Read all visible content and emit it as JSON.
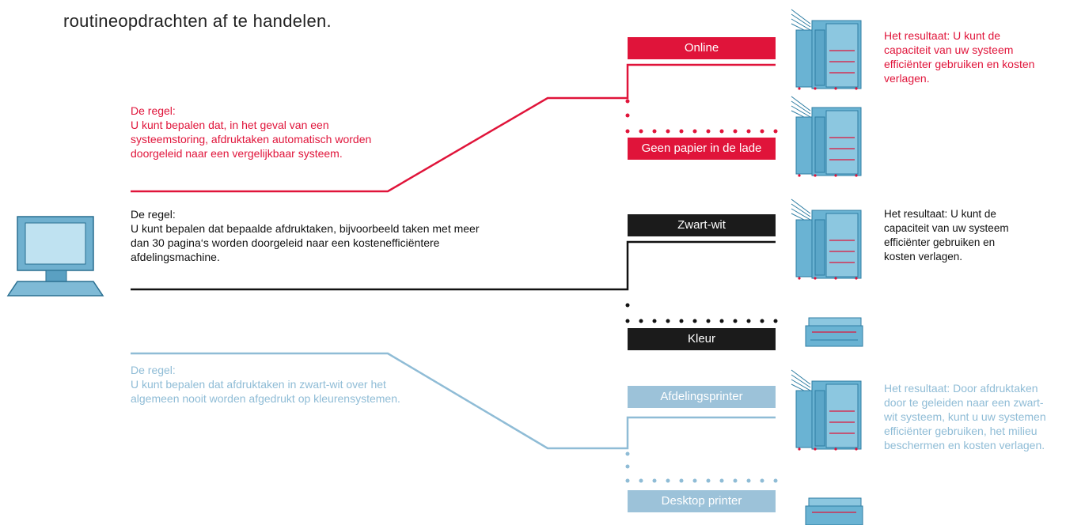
{
  "intro": "routineopdrachten af te handelen.",
  "colors": {
    "red": "#e0143a",
    "black": "#1b1b1b",
    "blue": "#8fbcd6"
  },
  "rules": [
    {
      "heading": "De regel:",
      "text": "U kunt bepalen dat, in het geval van een systeemstoring, afdruktaken automatisch worden doorgeleid naar een vergelijkbaar systeem."
    },
    {
      "heading": "De regel:",
      "text": "U kunt bepalen dat bepaalde afdruktaken, bijvoorbeeld taken met meer dan 30 pagina‘s worden doorgeleid naar een kostenefficiëntere afdelingsmachine."
    },
    {
      "heading": "De regel:",
      "text": "U kunt bepalen dat afdruktaken in zwart-wit over het algemeen nooit worden afgedrukt op kleurensystemen."
    }
  ],
  "labels": {
    "online": "Online",
    "no_paper": "Geen papier in de lade",
    "bw": "Zwart-wit",
    "color": "Kleur",
    "department": "Afdelingsprinter",
    "desktop": "Desktop printer"
  },
  "results": [
    {
      "heading": "Het resultaat:",
      "text": "U kunt de capaciteit van uw systeem efficiënter gebruiken en kosten verlagen."
    },
    {
      "heading": "Het resultaat:",
      "text": "U kunt de capaciteit van uw systeem efficiënter gebruiken en kosten verlagen."
    },
    {
      "heading": "Het resultaat:",
      "text": "Door afdruktaken door te geleiden naar een zwart-wit systeem, kunt u uw systemen efficiënter gebruiken, het milieu beschermen en kosten verlagen."
    }
  ],
  "icons": [
    "computer-icon",
    "large-printer-icon",
    "desktop-printer-icon"
  ]
}
